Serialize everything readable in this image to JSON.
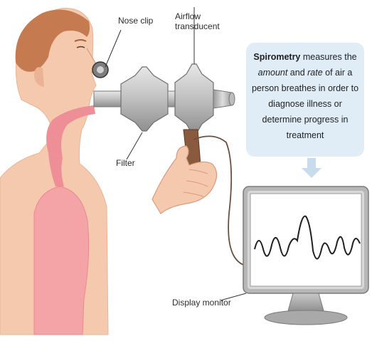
{
  "labels": {
    "nose_clip": "Nose clip",
    "airflow_line1": "Airflow",
    "airflow_line2": "transducent",
    "filter": "Filter",
    "display_monitor": "Display monitor"
  },
  "info": {
    "term": "Spirometry",
    "t1": " measures the",
    "amount": "amount",
    "t2": " and ",
    "rate": "rate",
    "t3": " of air a person breathes in order to diagnose illness or determine progress in treatment"
  },
  "colors": {
    "skin": "#f5c9ad",
    "hair": "#c57a4f",
    "lung": "#f4a3a7",
    "airway": "#ee8f97",
    "box": "#e0edf7",
    "arrow": "#c9dcee"
  }
}
